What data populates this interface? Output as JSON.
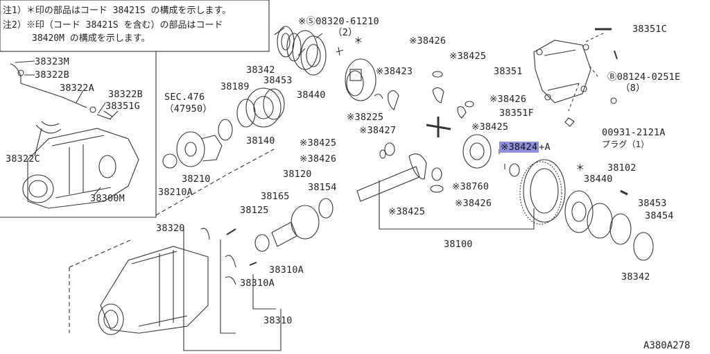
{
  "notes": {
    "line1": "注1）＊印の部品はコード 38421S の構成を示します。",
    "line2": "注2）※印（コード 38421S を含む）の部品はコード",
    "line3": "38420M の構成を示します。"
  },
  "diagram_code": "A380A278",
  "highlight": {
    "text": "※38424",
    "suffix": "+A",
    "color": "#8f8fe0"
  },
  "labels": {
    "l38323M": "38323M",
    "l38322B_a": "38322B",
    "l38322A": "38322A",
    "l38322B_b": "38322B",
    "l38351G": "38351G",
    "l38322C": "38322C",
    "l38300M": "38300M",
    "l38342_a": "38342",
    "l38453_a": "38453",
    "l38440_a": "38440",
    "l08320": "※Ⓢ08320-61210",
    "l08320q": "（2）",
    "star1": "＊",
    "l38189": "38189",
    "sec476": "SEC.476",
    "sec476b": "（47950）",
    "l38140": "38140",
    "l38210": "38210",
    "l38210A": "38210A",
    "l38426_a": "※38426",
    "l38425_a": "※38425",
    "l38423": "※38423",
    "l38225": "※38225",
    "l38426_b": "※38426",
    "l38425_b": "※38425",
    "l38427": "※38427",
    "l38425_c": "※38425",
    "l38426_c": "※38426",
    "l38760": "※38760",
    "l38425_d": "※38425",
    "l38426_d": "※38426",
    "l38120": "38120",
    "l38165": "38165",
    "l38154": "38154",
    "l38125": "38125",
    "l38100": "38100",
    "l38351C": "38351C",
    "l38351": "38351",
    "l08124": "Ⓑ08124-0251E",
    "l08124q": "（8）",
    "l38351F": "38351F",
    "l00931": "00931-2121A",
    "l00931b": "プラグ（1）",
    "star2": "＊",
    "l38102": "38102",
    "l38440_b": "38440",
    "l38453_b": "38453",
    "l38454": "38454",
    "l38342_b": "38342",
    "l38320": "38320",
    "l38310A_a": "38310A",
    "l38310A_b": "38310A",
    "l38310": "38310"
  }
}
